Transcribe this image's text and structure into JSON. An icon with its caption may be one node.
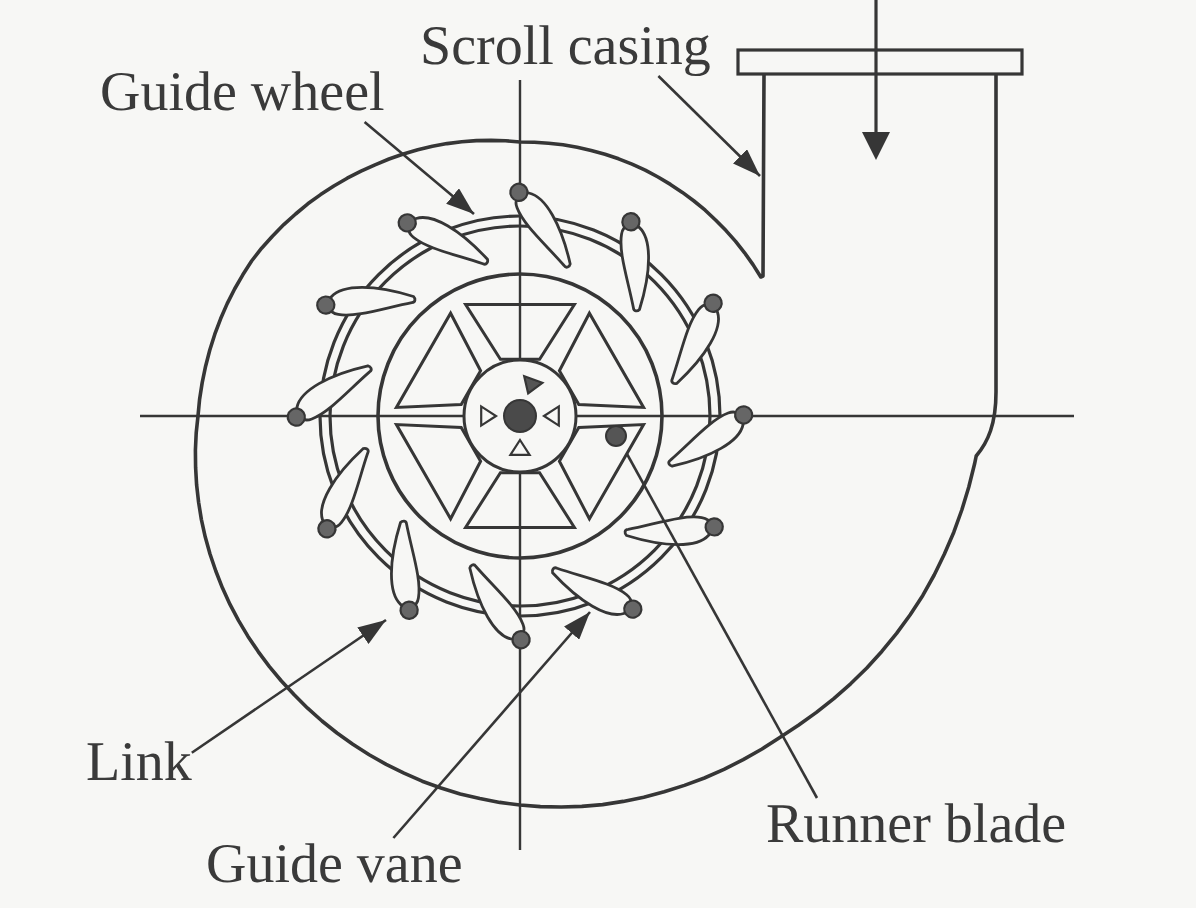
{
  "diagram": {
    "nodes": [
      {
        "text": [
          "Scroll casing"
        ]
      },
      {
        "text": [
          "Guide wheel"
        ]
      },
      {
        "text": [
          "Link"
        ]
      },
      {
        "text": [
          "Runner blade"
        ]
      },
      {
        "text": [
          "Guide vane"
        ]
      }
    ],
    "edges": [
      {
        "from": 0,
        "to": null,
        "arrow": "to"
      },
      {
        "from": 1,
        "to": null,
        "arrow": "to"
      },
      {
        "from": 2,
        "to": null,
        "arrow": "to"
      },
      {
        "from": 3,
        "to": null,
        "arrow": "none"
      },
      {
        "from": 4,
        "to": null,
        "arrow": "to"
      }
    ]
  }
}
